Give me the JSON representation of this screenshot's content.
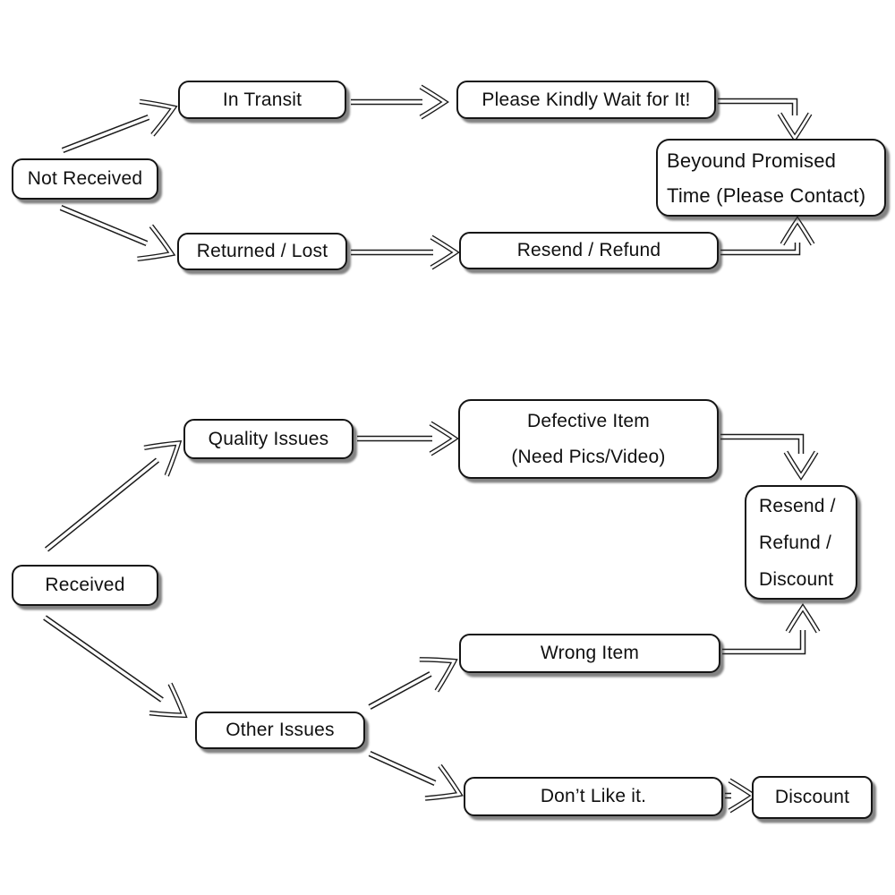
{
  "diagram": {
    "title": "after-sales service flowchart",
    "nodes": {
      "not_received": {
        "label": "Not Received"
      },
      "in_transit": {
        "label": "In Transit"
      },
      "please_wait": {
        "label": "Please Kindly Wait for It!"
      },
      "beyond_promised": {
        "line1": "Beyound Promised",
        "line2": "Time (Please Contact)"
      },
      "returned_lost": {
        "label": "Returned / Lost"
      },
      "resend_refund": {
        "label": "Resend / Refund"
      },
      "received": {
        "label": "Received"
      },
      "quality_issues": {
        "label": "Quality Issues"
      },
      "defective_item": {
        "line1": "Defective Item",
        "line2": "(Need Pics/Video)"
      },
      "resend_refund_discount": {
        "line1": "Resend /",
        "line2": "Refund /",
        "line3": "Discount"
      },
      "other_issues": {
        "label": "Other Issues"
      },
      "wrong_item": {
        "label": "Wrong Item"
      },
      "dont_like": {
        "label": "Don’t Like it."
      },
      "discount": {
        "label": "Discount"
      }
    },
    "edges": [
      {
        "from": "not_received",
        "to": "in_transit"
      },
      {
        "from": "not_received",
        "to": "returned_lost"
      },
      {
        "from": "in_transit",
        "to": "please_wait"
      },
      {
        "from": "please_wait",
        "to": "beyond_promised"
      },
      {
        "from": "returned_lost",
        "to": "resend_refund"
      },
      {
        "from": "resend_refund",
        "to": "beyond_promised"
      },
      {
        "from": "received",
        "to": "quality_issues"
      },
      {
        "from": "received",
        "to": "other_issues"
      },
      {
        "from": "quality_issues",
        "to": "defective_item"
      },
      {
        "from": "defective_item",
        "to": "resend_refund_discount"
      },
      {
        "from": "other_issues",
        "to": "wrong_item"
      },
      {
        "from": "other_issues",
        "to": "dont_like"
      },
      {
        "from": "wrong_item",
        "to": "resend_refund_discount"
      },
      {
        "from": "dont_like",
        "to": "discount"
      }
    ],
    "colors": {
      "stroke": "#1a1a1a",
      "fill": "#ffffff",
      "shadow": "#555555"
    }
  }
}
